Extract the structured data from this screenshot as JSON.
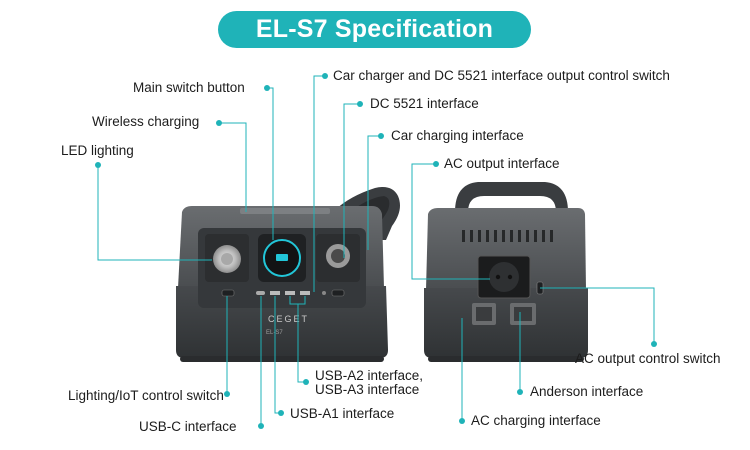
{
  "title": "EL-S7 Specification",
  "product": {
    "brand": "CEGET",
    "model": "EL-S7"
  },
  "labels": {
    "main_switch": "Main switch button",
    "wireless_charging": "Wireless charging",
    "led_lighting": "LED lighting",
    "car_dc_switch": "Car charger and DC 5521 interface output control switch",
    "dc5521": "DC 5521 interface",
    "car_charging": "Car charging interface",
    "ac_output": "AC output interface",
    "ac_output_switch": "AC output control switch",
    "anderson": "Anderson interface",
    "ac_charging": "AC charging interface",
    "lighting_iot_switch": "Lighting/IoT control switch",
    "usb_c": "USB-C interface",
    "usb_a1": "USB-A1 interface",
    "usb_a2_a3_line1": "USB-A2 interface,",
    "usb_a2_a3_line2": "USB-A3 interface"
  },
  "colors": {
    "accent": "#1fb3b8",
    "leader_line": "#1fb3b8",
    "device_dark": "#3d4043",
    "device_mid": "#5c5f62",
    "screen_ring": "#22c6d8"
  }
}
